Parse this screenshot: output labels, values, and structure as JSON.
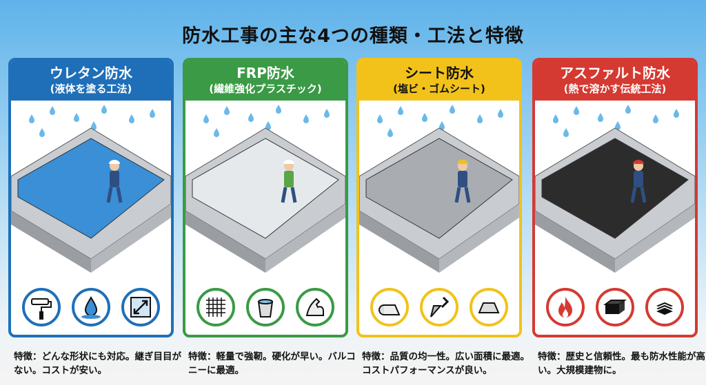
{
  "title": "防水工事の主な4つの種類・工法と特徴",
  "panels": [
    {
      "name": "ウレタン防水",
      "sub": "(液体を塗る工法)",
      "color": "#1f6fb8",
      "desc": "特徴：どんな形状にも対応。継ぎ目目がない。コストが安い。",
      "icons": [
        "paint-roller-icon",
        "liquid-drop-icon",
        "resize-arrow-icon"
      ]
    },
    {
      "name": "FRP防水",
      "sub": "(繊維強化プラスチック)",
      "color": "#3a9a45",
      "desc": "特徴：軽量で強靭。硬化が早い。バルコニーに最適。",
      "icons": [
        "fiber-mesh-icon",
        "resin-bucket-icon",
        "strength-arm-icon"
      ]
    },
    {
      "name": "シート防水",
      "sub": "(塩ビ・ゴムシート)",
      "color": "#f2c21a",
      "desc": "特徴：品質の均一性。広い面積に最適。コストパフォーマンスが良い。",
      "icons": [
        "sheet-roll-icon",
        "trowel-icon",
        "flat-sheet-icon"
      ]
    },
    {
      "name": "アスファルト防水",
      "sub": "(熱で溶かす伝統工法)",
      "color": "#d43a32",
      "desc": "特徴：歴史と信頼性。最も防水性能が高い。大規模建物に。",
      "icons": [
        "flame-icon",
        "asphalt-block-icon",
        "layers-icon"
      ]
    }
  ]
}
